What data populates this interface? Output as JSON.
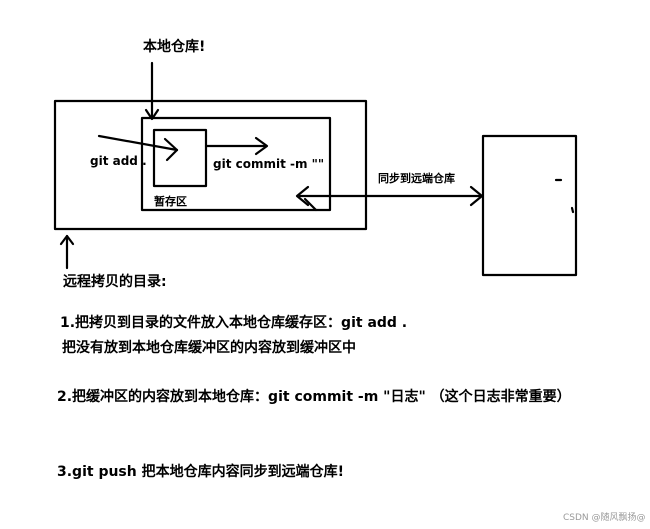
{
  "diagram": {
    "local_repo_title": "本地仓库!",
    "git_add_label": "git add .",
    "commit_label": "git commit -m \"\"",
    "staging_label": "暂存区",
    "sync_label": "同步到远端仓库",
    "remote_copy_title": "远程拷贝的目录:",
    "stroke_color": "#000000"
  },
  "notes": {
    "step1_line1": "1.把拷贝到目录的文件放入本地仓库缓存区：git add .",
    "step1_line2": "把没有放到本地仓库缓冲区的内容放到缓冲区中",
    "step2": "2.把缓冲区的内容放到本地仓库：git commit  -m \"日志\" （这个日志非常重要）",
    "step3": "3.git push 把本地仓库内容同步到远端仓库!"
  },
  "watermark": "CSDN @随风飘扬@"
}
